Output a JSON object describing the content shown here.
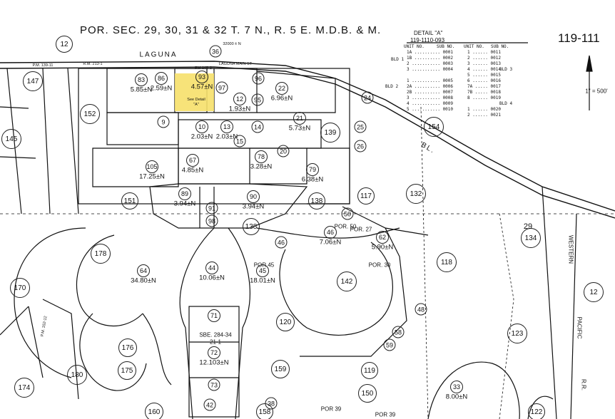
{
  "header": {
    "section_text": "POR. SEC. 29, 30, 31 & 32  T. 7 N.,  R. 5 E.  M.D.B. & M.",
    "map_number": "119-111",
    "detail_title": "DETAIL \"A\"",
    "detail_ref": "119-1110-093"
  },
  "detail_table": {
    "col_unit_no": "UNIT NO.",
    "col_sub_no": "SUB NO.",
    "col_unit_no_2": "UNIT NO.",
    "col_sub_no_2": "SUB NO.",
    "bld1": "BLD 1",
    "bld2": "BLD 2",
    "bld3": "BLD 3",
    "bld4": "BLD 4",
    "left_rows": "1A .......... 0001\n1B .......... 0002\n2 ........... 0003\n3 ........... 0004\n\n1 ........... 0005\n2A .......... 0006\n2B .......... 0007\n3 ........... 0008\n4 ........... 0009\n5 ........... 0010",
    "right_rows": "1 ...... 0011\n2 ...... 0012\n3 ...... 0013\n4 ...... 0014\n5 ...... 0015\n6 ...... 0016\n7A ..... 0017\n7B ..... 0018\n8 ...... 0019\n\n1 ...... 0020\n2 ...... 0021"
  },
  "scale": {
    "label": "1\" = 500'"
  },
  "streets": {
    "laguna": "LAGUNA",
    "bl": "BL.",
    "laguna_main_st": "LAGUNA MAIN ST",
    "western": "WESTERN",
    "pacific": "PACIFIC",
    "rr": "R.R.",
    "pm_139": "P.M. 139-11",
    "rm_213": "R.M. 213-1",
    "pm_145": "PM 145-2",
    "sbe": "SBE. 284-34",
    "sbe_2": "21-1",
    "por50": "POR. 50",
    "por27": "POR. 27",
    "por30": "POR. 30",
    "por45": "POR 45",
    "por39": "POR 39",
    "por39b": "POR 39",
    "pm_152": "P.M. 152-12",
    "see_detail": "See Detail",
    "see_detail_a": "\"A\"",
    "n_coord": "32000 ± N"
  },
  "big_numbers": [
    {
      "text": "12"
    },
    {
      "text": "147"
    },
    {
      "text": "145"
    },
    {
      "text": "152"
    },
    {
      "text": "154"
    },
    {
      "text": "139"
    },
    {
      "text": "132"
    },
    {
      "text": "134"
    },
    {
      "text": "118"
    },
    {
      "text": "12"
    },
    {
      "text": "123"
    },
    {
      "text": "170"
    },
    {
      "text": "178"
    },
    {
      "text": "176"
    },
    {
      "text": "175"
    },
    {
      "text": "180"
    },
    {
      "text": "174"
    },
    {
      "text": "159"
    },
    {
      "text": "160"
    },
    {
      "text": "158"
    },
    {
      "text": "150"
    },
    {
      "text": "119"
    },
    {
      "text": "120"
    },
    {
      "text": "142"
    },
    {
      "text": "138"
    },
    {
      "text": "151"
    },
    {
      "text": "117"
    },
    {
      "text": "138"
    },
    {
      "text": "122"
    },
    {
      "text": "29"
    }
  ],
  "parcels": [
    {
      "num": "83",
      "area": "5.85±N"
    },
    {
      "num": "86",
      "area": "2.59±N"
    },
    {
      "num": "93",
      "area": "4.57±N"
    },
    {
      "num": "22",
      "area": "6.96±N"
    },
    {
      "num": "12",
      "area": "1.93±N"
    },
    {
      "num": "21",
      "area": "5.73±N"
    },
    {
      "num": "10",
      "area": "2.03±N"
    },
    {
      "num": "13",
      "area": "2.03±N"
    },
    {
      "num": "67",
      "area": "4.85±N"
    },
    {
      "num": "78",
      "area": "3.28±N"
    },
    {
      "num": "79",
      "area": "6.38±N"
    },
    {
      "num": "105",
      "area": "17.25±N"
    },
    {
      "num": "89",
      "area": "3.94±N"
    },
    {
      "num": "90",
      "area": "3.94±N"
    },
    {
      "num": "64",
      "area": "34.80±N"
    },
    {
      "num": "44",
      "area": "10.06±N"
    },
    {
      "num": "45",
      "area": "18.01±N"
    },
    {
      "num": "71",
      "area": ""
    },
    {
      "num": "72",
      "area": "12.103±N"
    },
    {
      "num": "62",
      "area": "5.90±N"
    },
    {
      "num": "33",
      "area": "8.00±N"
    },
    {
      "num": "46",
      "area": "7.06±N"
    }
  ],
  "small_circles": [
    {
      "text": "96"
    },
    {
      "text": "97"
    },
    {
      "text": "95"
    },
    {
      "text": "24"
    },
    {
      "text": "25"
    },
    {
      "text": "26"
    },
    {
      "text": "9"
    },
    {
      "text": "14"
    },
    {
      "text": "20"
    },
    {
      "text": "15"
    },
    {
      "text": "91"
    },
    {
      "text": "98"
    },
    {
      "text": "50"
    },
    {
      "text": "46"
    },
    {
      "text": "48"
    },
    {
      "text": "58"
    },
    {
      "text": "59"
    },
    {
      "text": "73"
    },
    {
      "text": "42"
    },
    {
      "text": "36"
    },
    {
      "text": "38"
    }
  ],
  "colors": {
    "ink": "#111111",
    "highlight": "#f6e06a",
    "paper": "#ffffff"
  }
}
